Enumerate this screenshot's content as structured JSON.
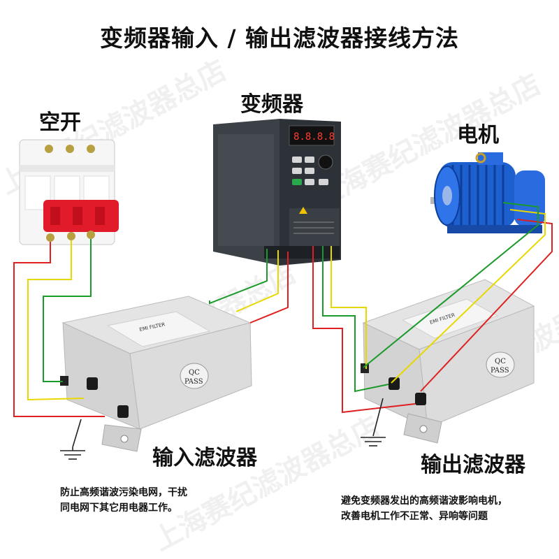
{
  "title": "变频器输入 / 输出滤波器接线方法",
  "labels": {
    "breaker": "空开",
    "inverter": "变频器",
    "motor": "电机",
    "input_filter": "输入滤波器",
    "output_filter": "输出滤波器"
  },
  "notes": {
    "input_line1": "防止高频谐波污染电网，干扰",
    "input_line2": "同电网下其它用电器工作。",
    "output_line1": "避免变频器发出的高频谐波影响电机，",
    "output_line2": "改善电机工作不正常、异响等问题"
  },
  "watermark": "上海赛纪滤波器总店",
  "filter_badge": {
    "qc": "QC",
    "pass": "PASS"
  },
  "inverter_display": "8.8.8.8",
  "colors": {
    "wire_red": "#e02020",
    "wire_yellow": "#e8d800",
    "wire_green": "#1a9a2a",
    "motor_blue": "#1e5fd0",
    "breaker_red": "#e11b2a",
    "filter_body": "#d8d8d8",
    "inverter_body": "#2d3238"
  }
}
